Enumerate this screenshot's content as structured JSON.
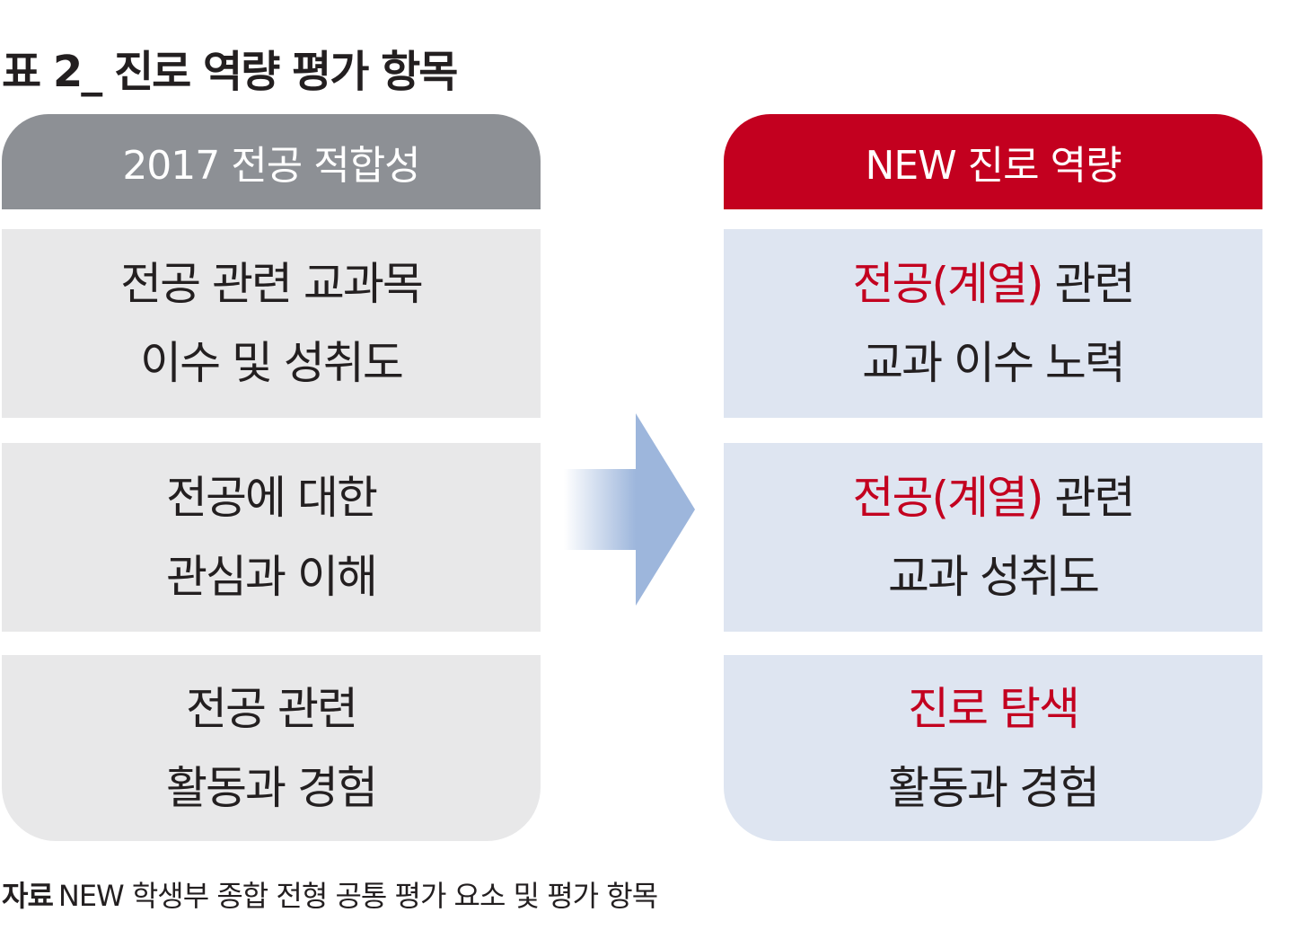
{
  "title": "표 2_ 진로 역량 평가 항목",
  "left_column": {
    "header": "2017 전공 적합성",
    "boxes": [
      {
        "line1": "전공 관련 교과목",
        "line2": "이수 및 성취도"
      },
      {
        "line1": "전공에 대한",
        "line2": "관심과 이해"
      },
      {
        "line1": "전공 관련",
        "line2": "활동과 경험"
      }
    ]
  },
  "right_column": {
    "header": "NEW 진로 역량",
    "boxes": [
      {
        "line1_red": "전공(계열)",
        "line1_rest": " 관련",
        "line2": "교과 이수 노력"
      },
      {
        "line1_red": "전공(계열)",
        "line1_rest": " 관련",
        "line2": "교과 성취도"
      },
      {
        "line1_red": "진로 탐색",
        "line1_rest": "",
        "line2": "활동과 경험"
      }
    ]
  },
  "source": {
    "label": "자료",
    "text": "NEW 학생부 종합 전형 공통 평가 요소 및 평가 항목"
  },
  "colors": {
    "left_header": "#8d9095",
    "right_header": "#c3001f",
    "left_box": "#e8e8e9",
    "right_box": "#dee5f1",
    "highlight_text": "#c3001f",
    "arrow": "#9db6dc"
  }
}
